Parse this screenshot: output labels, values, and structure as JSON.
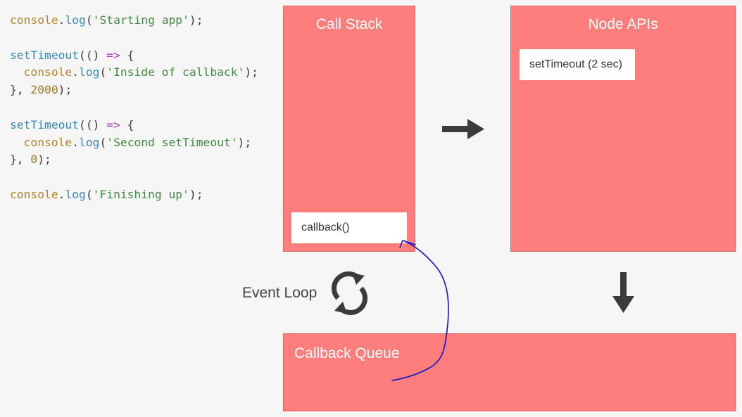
{
  "code_lines": [
    [
      [
        "obj",
        "console"
      ],
      [
        "p",
        "."
      ],
      [
        "fn",
        "log"
      ],
      [
        "p",
        "("
      ],
      [
        "str",
        "'Starting app'"
      ],
      [
        "p",
        ");"
      ]
    ],
    [],
    [
      [
        "fn",
        "setTimeout"
      ],
      [
        "p",
        "(() "
      ],
      [
        "kw",
        "=>"
      ],
      [
        "p",
        " {"
      ]
    ],
    [
      [
        "p",
        "  "
      ],
      [
        "obj",
        "console"
      ],
      [
        "p",
        "."
      ],
      [
        "fn",
        "log"
      ],
      [
        "p",
        "("
      ],
      [
        "str",
        "'Inside of callback'"
      ],
      [
        "p",
        ");"
      ]
    ],
    [
      [
        "p",
        "}, "
      ],
      [
        "num",
        "2000"
      ],
      [
        "p",
        ");"
      ]
    ],
    [],
    [
      [
        "fn",
        "setTimeout"
      ],
      [
        "p",
        "(() "
      ],
      [
        "kw",
        "=>"
      ],
      [
        "p",
        " {"
      ]
    ],
    [
      [
        "p",
        "  "
      ],
      [
        "obj",
        "console"
      ],
      [
        "p",
        "."
      ],
      [
        "fn",
        "log"
      ],
      [
        "p",
        "("
      ],
      [
        "str",
        "'Second setTimeout'"
      ],
      [
        "p",
        ");"
      ]
    ],
    [
      [
        "p",
        "}, "
      ],
      [
        "num",
        "0"
      ],
      [
        "p",
        ");"
      ]
    ],
    [],
    [
      [
        "obj",
        "console"
      ],
      [
        "p",
        "."
      ],
      [
        "fn",
        "log"
      ],
      [
        "p",
        "("
      ],
      [
        "str",
        "'Finishing up'"
      ],
      [
        "p",
        ");"
      ]
    ]
  ],
  "call_stack": {
    "title": "Call Stack",
    "items": [
      "callback()"
    ]
  },
  "node_apis": {
    "title": "Node APIs",
    "items": [
      "setTimeout (2 sec)"
    ]
  },
  "callback_queue": {
    "title": "Callback Queue"
  },
  "event_loop": {
    "label": "Event Loop",
    "icon": "refresh-icon"
  },
  "icons": {
    "right_arrow": "arrow-right-icon",
    "down_arrow": "arrow-down-icon",
    "annotation": "handwritten-arrow"
  },
  "colors": {
    "box_fill": "#fe7e7d",
    "arrow": "#3b3b3b",
    "annotation_ink": "#1414c8"
  }
}
